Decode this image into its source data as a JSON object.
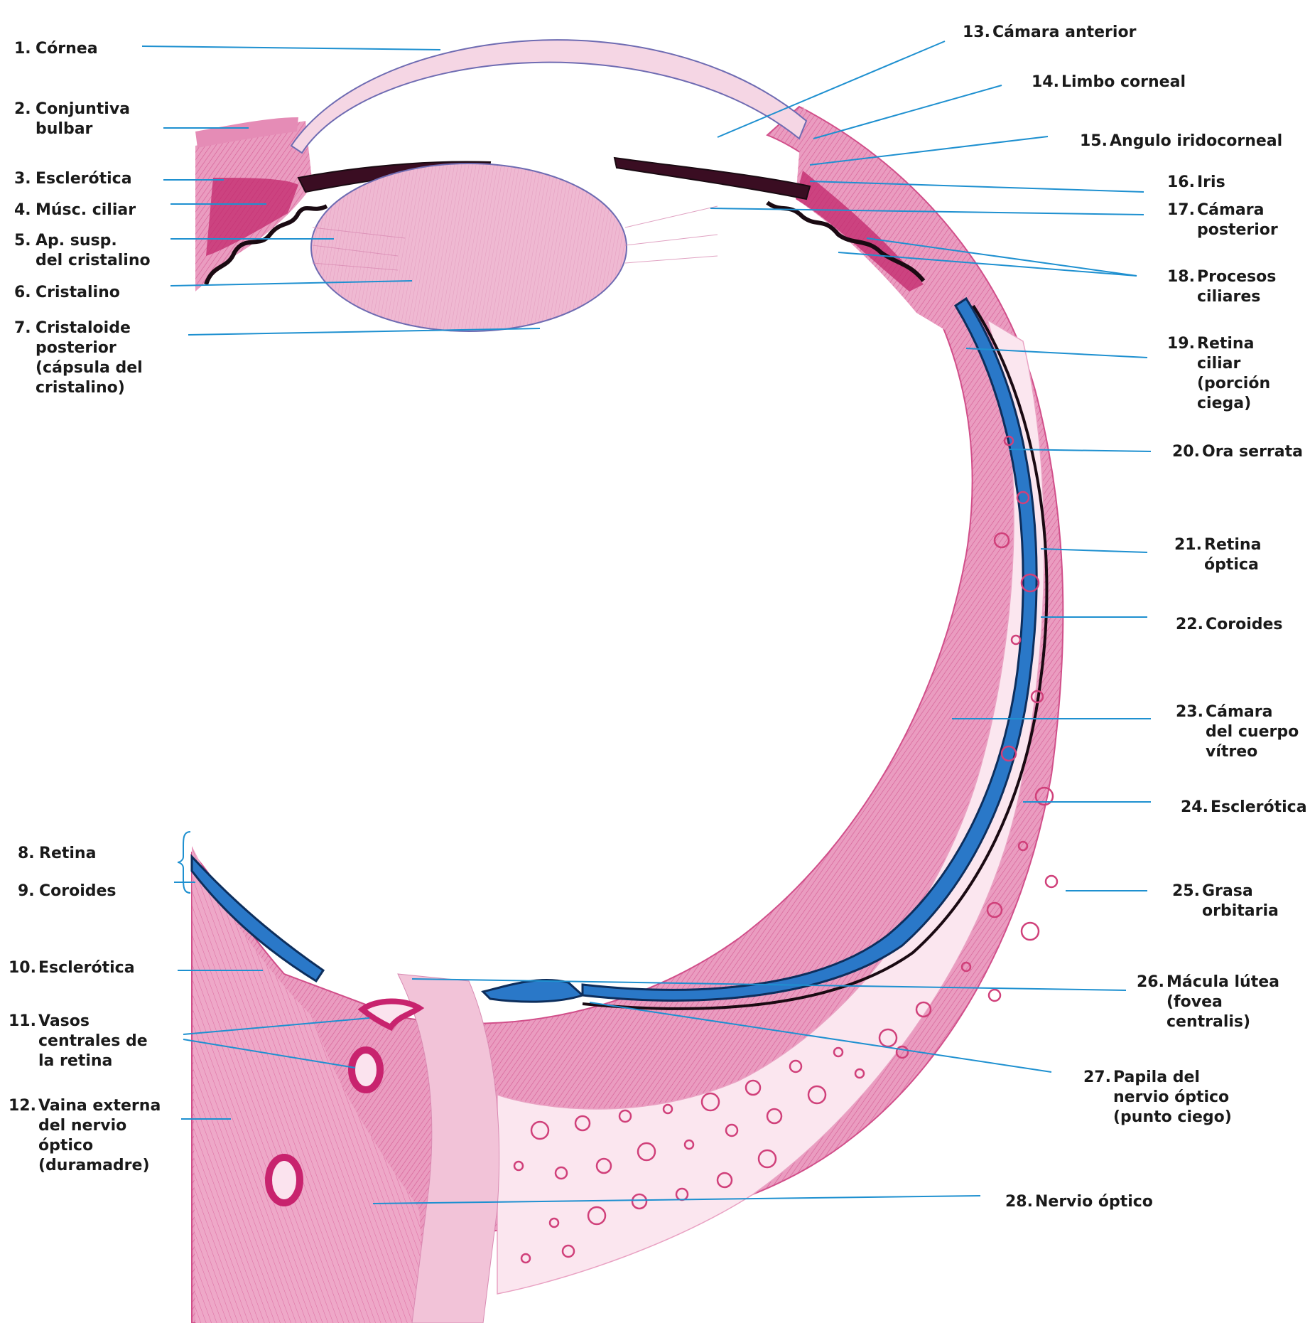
{
  "colors": {
    "leader": "#1e90d0",
    "tissue": "#e58cb6",
    "tissue_dark": "#c8236e",
    "lens": "#ecb2cf",
    "retina_blue": "#2a78c8",
    "pigment": "#1a0a12",
    "fat": "#d0407a"
  },
  "labels": [
    {
      "num": "1.",
      "lines": [
        "Córnea"
      ]
    },
    {
      "num": "2.",
      "lines": [
        "Conjuntiva",
        "bulbar"
      ]
    },
    {
      "num": "3.",
      "lines": [
        "Esclerótica"
      ]
    },
    {
      "num": "4.",
      "lines": [
        "Músc. ciliar"
      ]
    },
    {
      "num": "5.",
      "lines": [
        "Ap. susp.",
        "del cristalino"
      ]
    },
    {
      "num": "6.",
      "lines": [
        "Cristalino"
      ]
    },
    {
      "num": "7.",
      "lines": [
        "Cristaloide",
        "posterior",
        "(cápsula del",
        "cristalino)"
      ]
    },
    {
      "num": "8.",
      "lines": [
        "Retina"
      ]
    },
    {
      "num": "9.",
      "lines": [
        "Coroides"
      ]
    },
    {
      "num": "10.",
      "lines": [
        "Esclerótica"
      ]
    },
    {
      "num": "11.",
      "lines": [
        "Vasos",
        "centrales de",
        "la retina"
      ]
    },
    {
      "num": "12.",
      "lines": [
        "Vaina externa",
        "del nervio",
        "óptico",
        "(duramadre)"
      ]
    },
    {
      "num": "13.",
      "lines": [
        "Cámara anterior"
      ]
    },
    {
      "num": "14.",
      "lines": [
        "Limbo corneal"
      ]
    },
    {
      "num": "15.",
      "lines": [
        "Angulo iridocorneal"
      ]
    },
    {
      "num": "16.",
      "lines": [
        "Iris"
      ]
    },
    {
      "num": "17.",
      "lines": [
        "Cámara",
        "posterior"
      ]
    },
    {
      "num": "18.",
      "lines": [
        "Procesos",
        "ciliares"
      ]
    },
    {
      "num": "19.",
      "lines": [
        "Retina",
        "ciliar",
        "(porción",
        "ciega)"
      ]
    },
    {
      "num": "20.",
      "lines": [
        "Ora serrata"
      ]
    },
    {
      "num": "21.",
      "lines": [
        "Retina",
        "óptica"
      ]
    },
    {
      "num": "22.",
      "lines": [
        "Coroides"
      ]
    },
    {
      "num": "23.",
      "lines": [
        "Cámara",
        "del cuerpo",
        "vítreo"
      ]
    },
    {
      "num": "24.",
      "lines": [
        "Esclerótica"
      ]
    },
    {
      "num": "25.",
      "lines": [
        "Grasa",
        "orbitaria"
      ]
    },
    {
      "num": "26.",
      "lines": [
        "Mácula lútea",
        "(fovea",
        "centralis)"
      ]
    },
    {
      "num": "27.",
      "lines": [
        "Papila del",
        "nervio óptico",
        "(punto ciego)"
      ]
    },
    {
      "num": "28.",
      "lines": [
        "Nervio óptico"
      ]
    }
  ]
}
